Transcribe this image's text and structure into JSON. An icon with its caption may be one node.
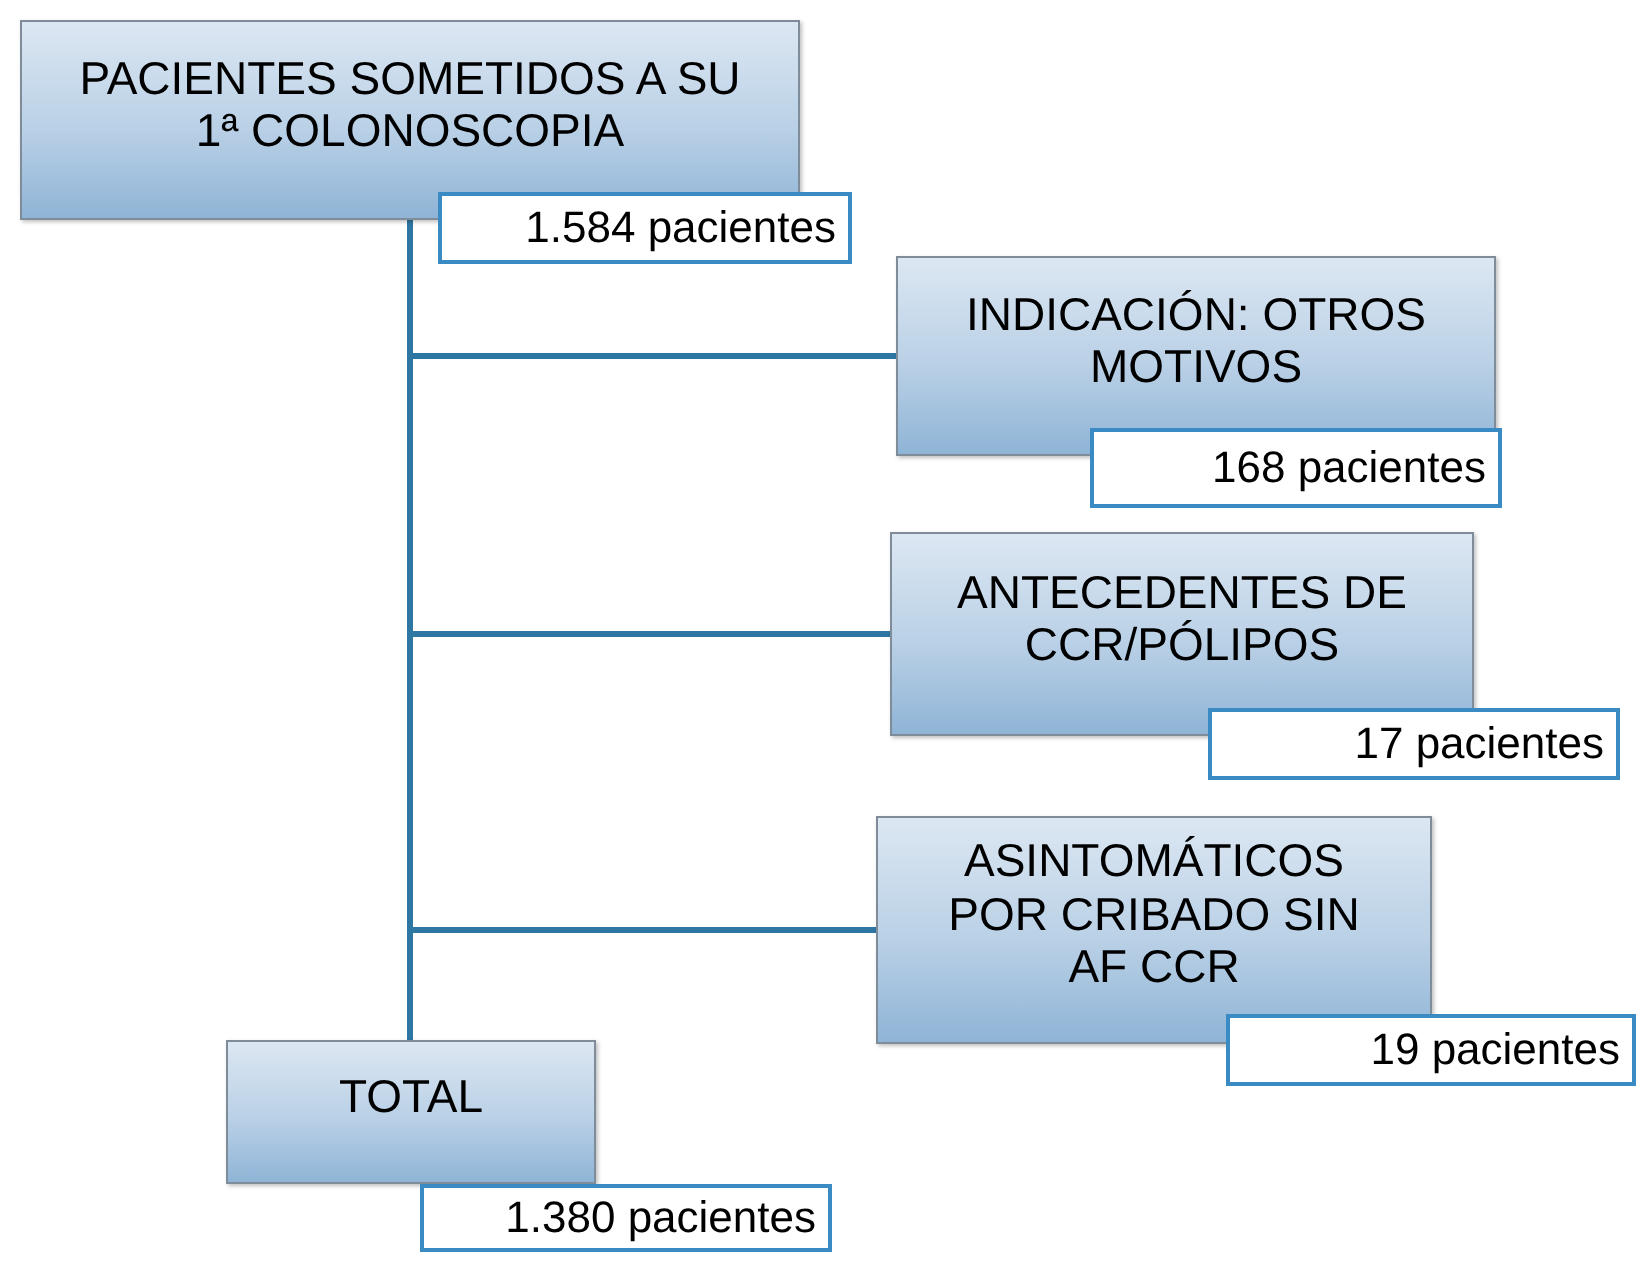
{
  "diagram": {
    "nodes": [
      {
        "text": [
          "PACIENTES SOMETIDOS A SU 1ª COLONOSCOPIA"
        ]
      },
      {
        "text": [
          "1.584 pacientes"
        ]
      },
      {
        "text": [
          "INDICACIÓN: OTROS MOTIVOS"
        ]
      },
      {
        "text": [
          "168 pacientes"
        ]
      },
      {
        "text": [
          "ANTECEDENTES DE CCR/PÓLIPOS"
        ]
      },
      {
        "text": [
          "17 pacientes"
        ]
      },
      {
        "text": [
          "ASINTOMÁTICOS POR CRIBADO SIN AF CCR"
        ]
      },
      {
        "text": [
          "19 pacientes"
        ]
      },
      {
        "text": [
          "TOTAL"
        ]
      },
      {
        "text": [
          "1.380 pacientes"
        ]
      }
    ],
    "edges": [
      {
        "from": 0,
        "to": 2,
        "arrow": "none"
      },
      {
        "from": 0,
        "to": 4,
        "arrow": "none"
      },
      {
        "from": 0,
        "to": 6,
        "arrow": "none"
      },
      {
        "from": 0,
        "to": 8,
        "arrow": "none"
      }
    ]
  }
}
